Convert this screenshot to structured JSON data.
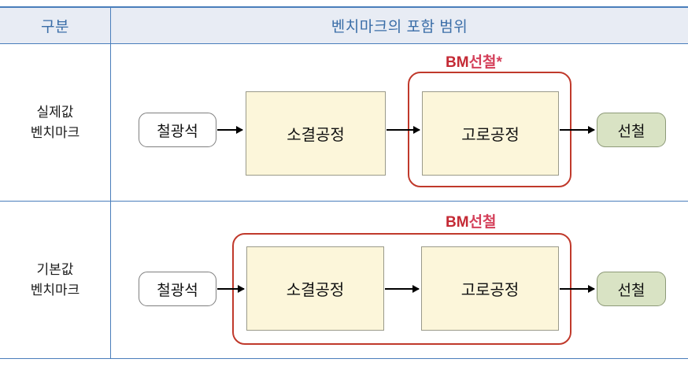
{
  "table": {
    "header": {
      "col_category": "구분",
      "col_scope": "벤치마크의 포함 범위"
    },
    "rows": [
      {
        "label_line1": "실제값",
        "label_line2": "벤치마크",
        "input_node": "철광석",
        "process_1": "소결공정",
        "process_2": "고로공정",
        "output_node": "선철",
        "bm_prefix": "BM",
        "bm_suffix": "선철*"
      },
      {
        "label_line1": "기본값",
        "label_line2": "벤치마크",
        "input_node": "철광석",
        "process_1": "소결공정",
        "process_2": "고로공정",
        "output_node": "선철",
        "bm_prefix": "BM",
        "bm_suffix": "선철"
      }
    ]
  },
  "colors": {
    "header_text": "#3b6ea8",
    "header_fill": "#e8ecf4",
    "grid_line": "#4a7ebb",
    "process_fill": "#fcf6da",
    "output_fill": "#d9e3c4",
    "bm_border": "#c0392b",
    "bm_label": "#d4405a"
  }
}
